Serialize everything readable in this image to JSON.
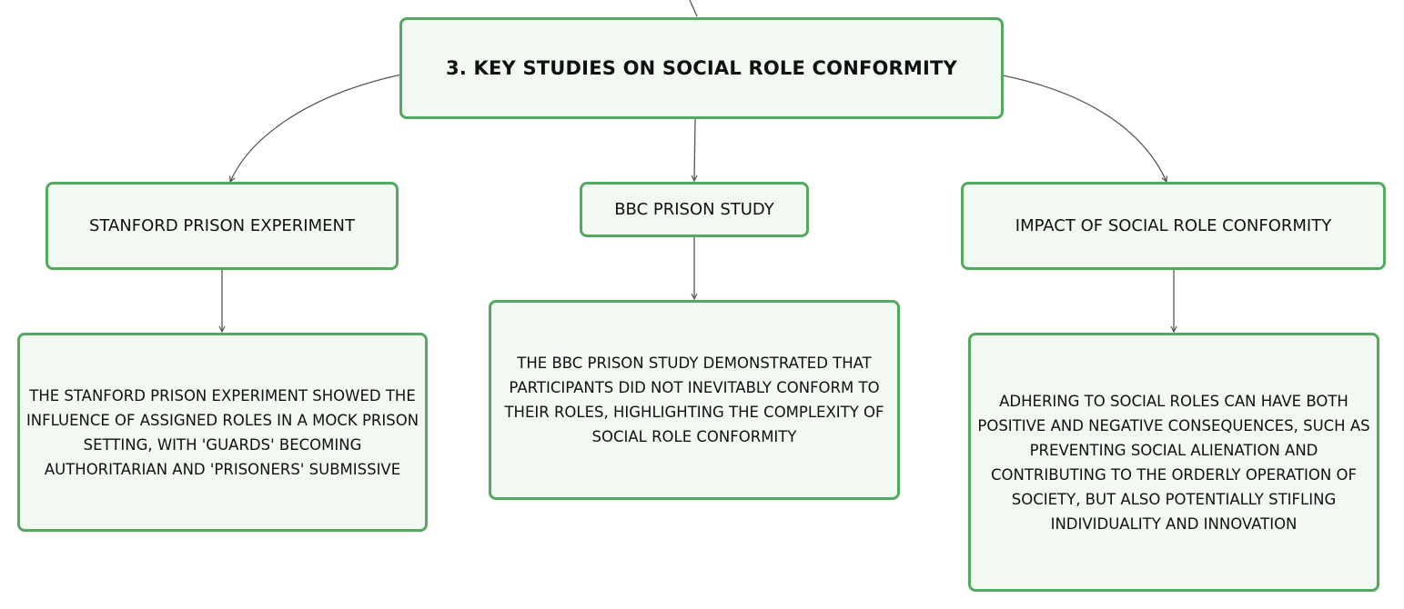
{
  "root": {
    "title": "3. KEY STUDIES ON SOCIAL ROLE CONFORMITY"
  },
  "branches": [
    {
      "title": "STANFORD PRISON EXPERIMENT",
      "detail": "THE STANFORD PRISON EXPERIMENT SHOWED THE INFLUENCE OF ASSIGNED ROLES IN A MOCK PRISON SETTING, WITH 'GUARDS' BECOMING AUTHORITARIAN AND 'PRISONERS' SUBMISSIVE"
    },
    {
      "title": "BBC PRISON STUDY",
      "detail": "THE BBC PRISON STUDY DEMONSTRATED THAT PARTICIPANTS DID NOT INEVITABLY CONFORM TO THEIR ROLES, HIGHLIGHTING THE COMPLEXITY OF SOCIAL ROLE CONFORMITY"
    },
    {
      "title": "IMPACT OF SOCIAL ROLE CONFORMITY",
      "detail": "ADHERING TO SOCIAL ROLES CAN HAVE BOTH POSITIVE AND NEGATIVE CONSEQUENCES, SUCH AS PREVENTING SOCIAL ALIENATION AND CONTRIBUTING TO THE ORDERLY OPERATION OF SOCIETY, BUT ALSO POTENTIALLY STIFLING INDIVIDUALITY AND INNOVATION"
    }
  ],
  "colors": {
    "node_border": "#52a95f",
    "node_fill": "#f1f9f2",
    "connector": "#555555",
    "text": "#111111"
  }
}
